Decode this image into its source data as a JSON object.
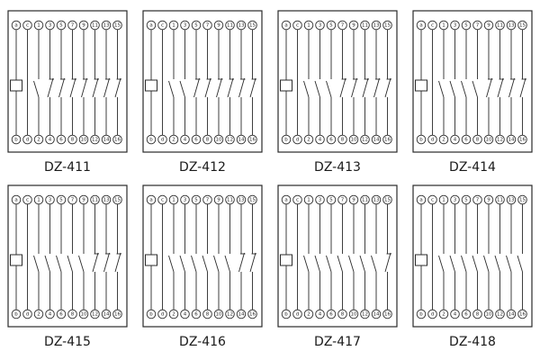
{
  "terminals": {
    "top": [
      "a",
      "c",
      "1",
      "3",
      "5",
      "7",
      "9",
      "11",
      "13",
      "15"
    ],
    "bottom": [
      "b",
      "d",
      "2",
      "4",
      "6",
      "8",
      "10",
      "12",
      "14",
      "16"
    ]
  },
  "panels": [
    {
      "model": "DZ-411",
      "contacts": [
        "NO",
        "NC",
        "NC",
        "NC",
        "NC",
        "NC",
        "NC",
        "NC"
      ]
    },
    {
      "model": "DZ-412",
      "contacts": [
        "NO",
        "NO",
        "NC",
        "NC",
        "NC",
        "NC",
        "NC",
        "NC"
      ]
    },
    {
      "model": "DZ-413",
      "contacts": [
        "NO",
        "NO",
        "NO",
        "NC",
        "NC",
        "NC",
        "NC",
        "NC"
      ]
    },
    {
      "model": "DZ-414",
      "contacts": [
        "NO",
        "NO",
        "NO",
        "NO",
        "NC",
        "NC",
        "NC",
        "NC"
      ]
    },
    {
      "model": "DZ-415",
      "contacts": [
        "NO",
        "NO",
        "NO",
        "NO",
        "NO",
        "NC",
        "NC",
        "NC"
      ]
    },
    {
      "model": "DZ-416",
      "contacts": [
        "NO",
        "NO",
        "NO",
        "NO",
        "NO",
        "NO",
        "NC",
        "NC"
      ]
    },
    {
      "model": "DZ-417",
      "contacts": [
        "NO",
        "NO",
        "NO",
        "NO",
        "NO",
        "NO",
        "NO",
        "NC"
      ]
    },
    {
      "model": "DZ-418",
      "contacts": [
        "NO",
        "NO",
        "NO",
        "NO",
        "NO",
        "NO",
        "NO",
        "NO"
      ]
    }
  ]
}
